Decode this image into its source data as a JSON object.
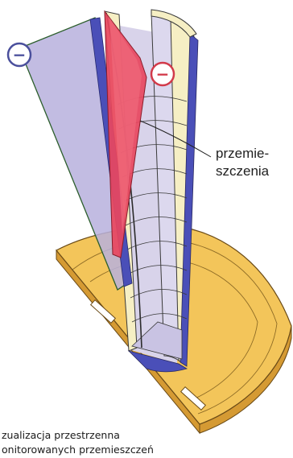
{
  "figure": {
    "minus_sign_left": "−",
    "minus_sign_right": "−",
    "annotation": {
      "line1": "przemie-",
      "line2": "szczenia"
    },
    "caption": {
      "line1": "zualizacja przestrzenna",
      "line2": "onitorowanych przemieszczeń"
    }
  },
  "colors": {
    "foundation_top": "#f3c55a",
    "foundation_side": "#e0a63c",
    "tower_inner": "#d8d3ea",
    "tower_wall": "#f6efc4",
    "blue_edge": "#4a4fb8",
    "plane_lavender": "#b7b0dd",
    "plane_red": "#e8475e",
    "minus_left_stroke": "#4a4f9c",
    "minus_right_stroke": "#d23a4a",
    "line": "#3a3a3a"
  }
}
